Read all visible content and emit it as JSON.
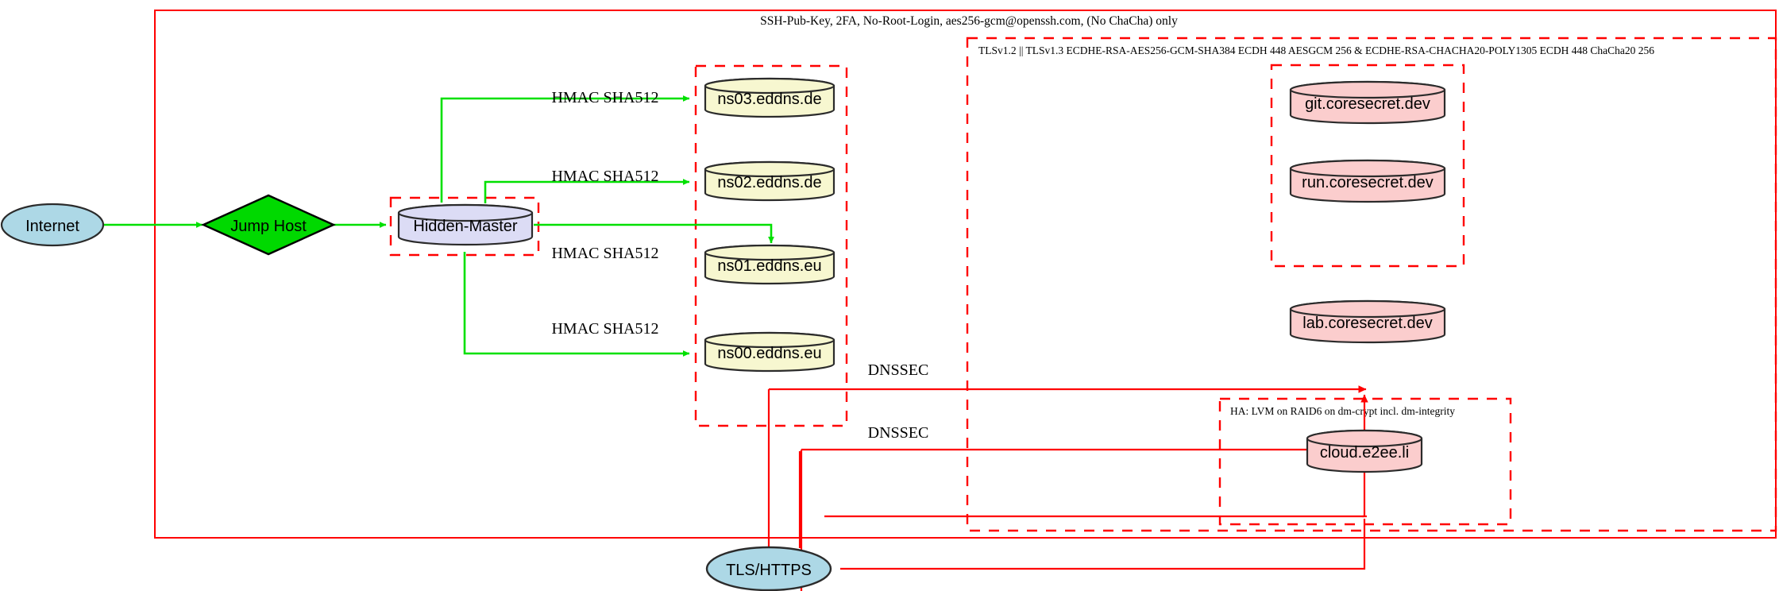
{
  "diagram": {
    "title_top": "SSH-Pub-Key, 2FA, No-Root-Login, aes256-gcm@openssh.com, (No ChaCha) only",
    "clusters": [
      {
        "id": "outer-ssh",
        "label": "SSH-Pub-Key, 2FA, No-Root-Login, aes256-gcm@openssh.com, (No ChaCha) only"
      },
      {
        "id": "tls-cluster",
        "label": "TLSv1.2 || TLSv1.3 ECDHE-RSA-AES256-GCM-SHA384 ECDH 448 AESGCM 256 & ECDHE-RSA-CHACHA20-POLY1305 ECDH 448 ChaCha20 256"
      },
      {
        "id": "ha-cluster",
        "label": "HA: LVM on RAID6 on dm-crypt incl. dm-integrity"
      },
      {
        "id": "ns-cluster",
        "label": ""
      },
      {
        "id": "hidden-master-cluster",
        "label": ""
      },
      {
        "id": "coresecret-inner-cluster",
        "label": ""
      }
    ],
    "nodes": [
      {
        "id": "internet",
        "label": "Internet",
        "shape": "ellipse",
        "fill": "#add8e6"
      },
      {
        "id": "jump-host",
        "label": "Jump Host",
        "shape": "diamond",
        "fill": "#00d900"
      },
      {
        "id": "hidden-master",
        "label": "Hidden-Master",
        "shape": "cylinder",
        "fill": "#dcdcf5"
      },
      {
        "id": "ns03",
        "label": "ns03.eddns.de",
        "shape": "cylinder",
        "fill": "#f7f7d0"
      },
      {
        "id": "ns02",
        "label": "ns02.eddns.de",
        "shape": "cylinder",
        "fill": "#f7f7d0"
      },
      {
        "id": "ns01",
        "label": "ns01.eddns.eu",
        "shape": "cylinder",
        "fill": "#f7f7d0"
      },
      {
        "id": "ns00",
        "label": "ns00.eddns.eu",
        "shape": "cylinder",
        "fill": "#f7f7d0"
      },
      {
        "id": "git",
        "label": "git.coresecret.dev",
        "shape": "cylinder",
        "fill": "#fbcdcd"
      },
      {
        "id": "run",
        "label": "run.coresecret.dev",
        "shape": "cylinder",
        "fill": "#fbcdcd"
      },
      {
        "id": "lab",
        "label": "lab.coresecret.dev",
        "shape": "cylinder",
        "fill": "#fbcdcd"
      },
      {
        "id": "cloud",
        "label": "cloud.e2ee.li",
        "shape": "cylinder",
        "fill": "#fbcdcd"
      },
      {
        "id": "tls-https",
        "label": "TLS/HTTPS",
        "shape": "ellipse",
        "fill": "#add8e6"
      }
    ],
    "edges": [
      {
        "id": "e-internet-jump",
        "from": "internet",
        "to": "jump-host",
        "label": "",
        "color": "#00e000"
      },
      {
        "id": "e-jump-hm",
        "from": "jump-host",
        "to": "hidden-master",
        "label": "",
        "color": "#00e000"
      },
      {
        "id": "e-hm-ns03",
        "from": "hidden-master",
        "to": "ns03",
        "label": "HMAC SHA512",
        "color": "#00e000"
      },
      {
        "id": "e-hm-ns02",
        "from": "hidden-master",
        "to": "ns02",
        "label": "HMAC SHA512",
        "color": "#00e000"
      },
      {
        "id": "e-hm-ns01",
        "from": "hidden-master",
        "to": "ns01",
        "label": "HMAC SHA512",
        "color": "#00e000"
      },
      {
        "id": "e-hm-ns00",
        "from": "hidden-master",
        "to": "ns00",
        "label": "HMAC SHA512",
        "color": "#00e000"
      },
      {
        "id": "e-dnssec-upper",
        "from": "ns-cluster",
        "to": "tls-cluster",
        "label": "DNSSEC",
        "color": "#ff0000"
      },
      {
        "id": "e-dnssec-lower",
        "from": "ns-cluster",
        "to": "ha-cluster",
        "label": "DNSSEC",
        "color": "#ff0000"
      },
      {
        "id": "e-tls-upper",
        "from": "tls-https",
        "to": "tls-cluster",
        "label": "",
        "color": "#ff0000"
      },
      {
        "id": "e-tls-lower",
        "from": "tls-https",
        "to": "ha-cluster",
        "label": "",
        "color": "#ff0000"
      }
    ],
    "edge_labels": {
      "hmac": "HMAC SHA512",
      "dnssec": "DNSSEC"
    },
    "colors": {
      "cluster_border": "#ff0000",
      "edge_green": "#00e000",
      "edge_red": "#ff0000",
      "node_stroke": "#2b2b2b",
      "ellipse_fill": "#add8e6",
      "diamond_fill": "#00d900",
      "master_fill": "#dcdcf5",
      "ns_fill": "#f7f7d0",
      "core_fill": "#fbcdcd"
    }
  }
}
